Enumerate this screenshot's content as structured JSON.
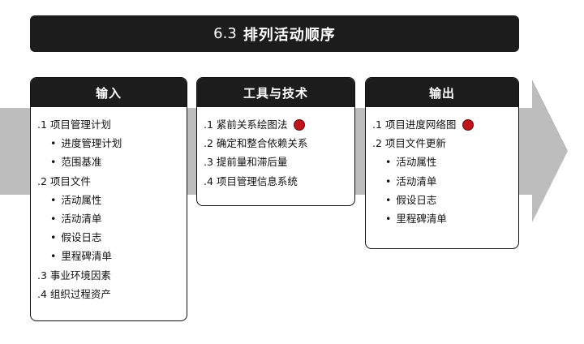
{
  "title": {
    "number": "6.3",
    "text": "排列活动顺序"
  },
  "inputs": {
    "header": "输入",
    "items": [
      {
        "text": ".1 项目管理计划",
        "level": 0
      },
      {
        "text": "进度管理计划",
        "level": 1
      },
      {
        "text": "范围基准",
        "level": 1
      },
      {
        "text": ".2 项目文件",
        "level": 0
      },
      {
        "text": "活动属性",
        "level": 1
      },
      {
        "text": "活动清单",
        "level": 1
      },
      {
        "text": "假设日志",
        "level": 1
      },
      {
        "text": "里程碑清单",
        "level": 1
      },
      {
        "text": ".3 事业环境因素",
        "level": 0
      },
      {
        "text": ".4 组织过程资产",
        "level": 0
      }
    ]
  },
  "tools": {
    "header": "工具与技术",
    "items": [
      {
        "text": ".1 紧前关系绘图法",
        "level": 0,
        "marked": true
      },
      {
        "text": ".2 确定和整合依赖关系",
        "level": 0
      },
      {
        "text": ".3 提前量和滞后量",
        "level": 0
      },
      {
        "text": ".4 项目管理信息系统",
        "level": 0
      }
    ]
  },
  "outputs": {
    "header": "输出",
    "items": [
      {
        "text": ".1 项目进度网络图",
        "level": 0,
        "marked": true
      },
      {
        "text": ".2 项目文件更新",
        "level": 0
      },
      {
        "text": "活动属性",
        "level": 1
      },
      {
        "text": "活动清单",
        "level": 1
      },
      {
        "text": "假设日志",
        "level": 1
      },
      {
        "text": "里程碑清单",
        "level": 1
      }
    ]
  },
  "colors": {
    "header_bg": "#1c1c1c",
    "header_text": "#ffffff",
    "flow_arrow": "#bdbdbd",
    "marker_dot": "#c0141b"
  }
}
